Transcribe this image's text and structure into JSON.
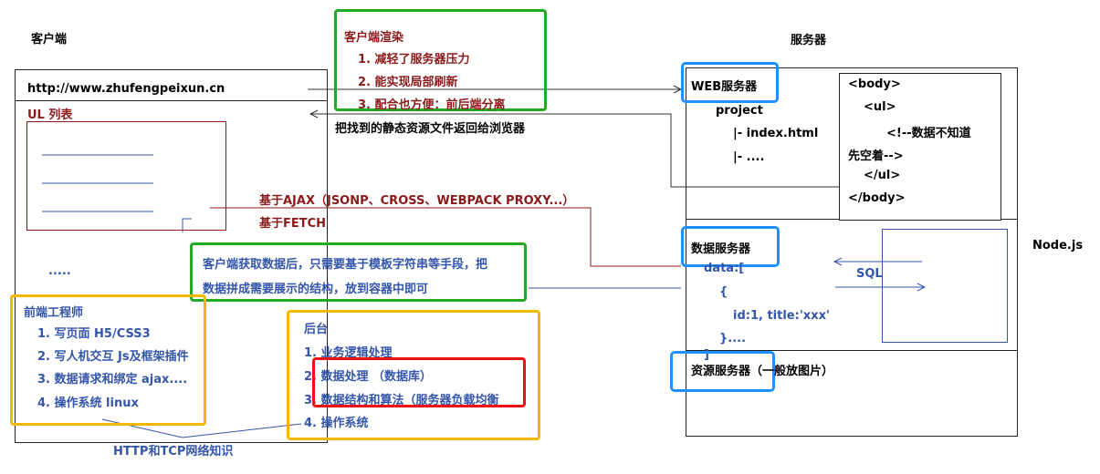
{
  "labels": {
    "client": "客户端",
    "server": "服务器",
    "nodejs": "Node.js",
    "url": "http://www.zhufengpeixun.cn",
    "ul_list": "UL 列表",
    "ellipsis": ".....",
    "return_static": "把找到的静态资源文件返回给浏览器",
    "ajax": "基于AJAX（JSONP、CROSS、WEBPACK PROXY...）",
    "fetch": "基于FETCH",
    "http_tcp": "HTTP和TCP网络知识",
    "sql": "SQL"
  },
  "render_box": {
    "title": "客户端渲染",
    "items": [
      "1. 减轻了服务器压力",
      "2. 能实现局部刷新",
      "3. 配合也方便：前后端分离"
    ]
  },
  "note_box": {
    "lines": [
      "客户端获取数据后，只需要基于模板字符串等手段，把",
      "数据拼成需要展示的结构，放到容器中即可"
    ]
  },
  "frontend": {
    "title": "前端工程师",
    "items": [
      "1. 写页面 H5/CSS3",
      "2. 写人机交互  Js及框架插件",
      "3. 数据请求和绑定 ajax....",
      "4. 操作系统 linux"
    ]
  },
  "backend": {
    "title": "后台",
    "items": [
      "1. 业务逻辑处理",
      "2. 数据处理 （数据库）",
      "3. 数据结构和算法（服务器负载均衡",
      "4. 操作系统"
    ]
  },
  "web_server": {
    "title": "WEB服务器",
    "tree": [
      "project",
      "|- index.html",
      "|- ...."
    ]
  },
  "html_code": {
    "lines": [
      "<body>",
      "<ul>",
      "<!--数据不知道",
      "先空着-->",
      "</ul>",
      "</body>"
    ]
  },
  "data_server": {
    "title": "数据服务器",
    "code": [
      "data:[",
      "{",
      "id:1, title:'xxx'",
      "}....",
      "]"
    ]
  },
  "resource_server": {
    "title": "资源服务器（一般放图片）"
  },
  "colors": {
    "green": "#22aa22",
    "blue": "#1e90ff",
    "orange": "#f5b800",
    "red": "#ee1111",
    "dark_red": "#8b1a1a",
    "text_blue": "#3355aa"
  }
}
